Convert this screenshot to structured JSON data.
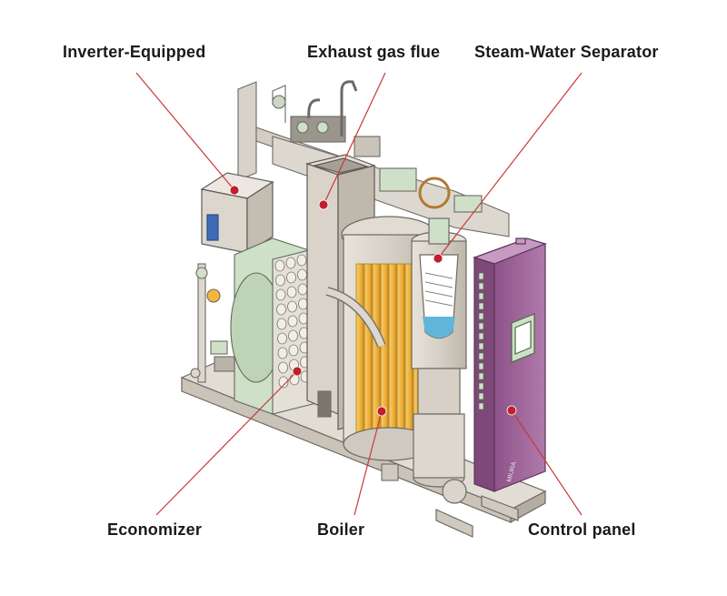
{
  "labels": {
    "inverter": "Inverter-Equipped",
    "exhaust": "Exhaust gas flue",
    "separator": "Steam-Water Separator",
    "economizer": "Economizer",
    "boiler": "Boiler",
    "control": "Control panel"
  },
  "panel_brand": "MIURA",
  "colors": {
    "leader_line": "#c8383a",
    "marker_dot": "#c0202a",
    "control_panel": "#a3679e",
    "boiler_tubes": "#f2b640",
    "economizer_body": "#cfe0c8",
    "frame_grey": "#d9d4cc",
    "water": "#5fb6d8"
  }
}
